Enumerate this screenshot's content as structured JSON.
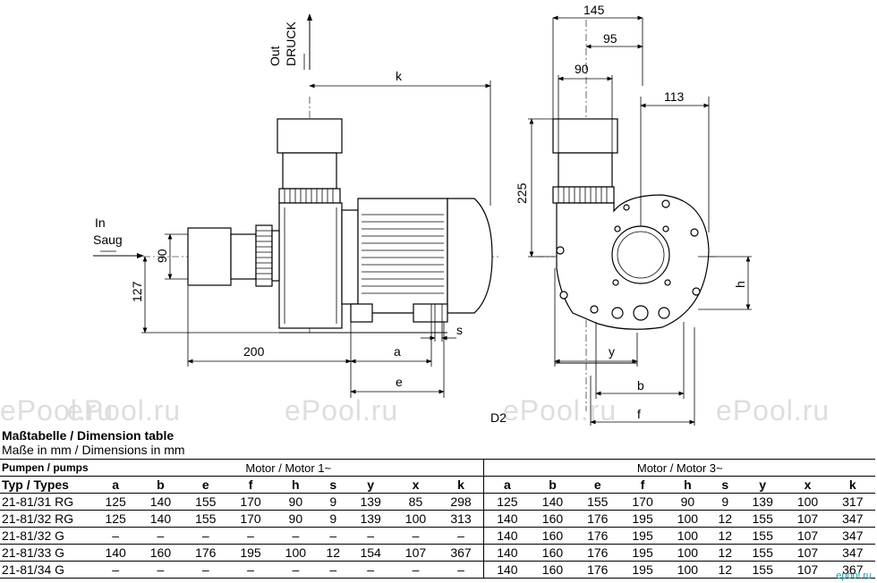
{
  "watermark": "ePool.ru",
  "drawing": {
    "flow_out": "Out",
    "flow_out_de": "DRUCK",
    "flow_in": "In",
    "flow_in_de": "Saug",
    "side_view_dims": {
      "k": "k",
      "d90": "90",
      "d127": "127",
      "d200": "200",
      "a": "a",
      "s": "s",
      "e": "e"
    },
    "front_view_dims": {
      "d145": "145",
      "d95": "95",
      "d90": "90",
      "d113": "113",
      "d225": "225",
      "h": "h",
      "y": "y",
      "b": "b",
      "f": "f",
      "D2": "D2"
    }
  },
  "captions": {
    "line1": "Maßtabelle / Dimension table",
    "line2": "Maße in mm / Dimensions in mm"
  },
  "table": {
    "pumps_label": "Pumpen / pumps",
    "group1": "Motor / Motor 1~",
    "group3": "Motor / Motor 3~",
    "type_label": "Typ / Types",
    "columns": [
      "a",
      "b",
      "e",
      "f",
      "h",
      "s",
      "y",
      "x",
      "k"
    ],
    "rows": [
      {
        "type": "21-81/31 RG",
        "m1": [
          "125",
          "140",
          "155",
          "170",
          "90",
          "9",
          "139",
          "85",
          "298"
        ],
        "m3": [
          "125",
          "140",
          "155",
          "170",
          "90",
          "9",
          "139",
          "100",
          "317"
        ]
      },
      {
        "type": "21-81/32 RG",
        "m1": [
          "125",
          "140",
          "155",
          "170",
          "90",
          "9",
          "139",
          "100",
          "313"
        ],
        "m3": [
          "140",
          "160",
          "176",
          "195",
          "100",
          "12",
          "155",
          "107",
          "347"
        ]
      },
      {
        "type": "21-81/32 G",
        "m1": [
          "–",
          "–",
          "–",
          "–",
          "–",
          "–",
          "–",
          "–",
          "–"
        ],
        "m3": [
          "140",
          "160",
          "176",
          "195",
          "100",
          "12",
          "155",
          "107",
          "347"
        ]
      },
      {
        "type": "21-81/33 G",
        "m1": [
          "140",
          "160",
          "176",
          "195",
          "100",
          "12",
          "154",
          "107",
          "367"
        ],
        "m3": [
          "140",
          "160",
          "176",
          "195",
          "100",
          "12",
          "155",
          "107",
          "347"
        ]
      },
      {
        "type": "21-81/34 G",
        "m1": [
          "–",
          "–",
          "–",
          "–",
          "–",
          "–",
          "–",
          "–",
          "–"
        ],
        "m3": [
          "140",
          "160",
          "176",
          "195",
          "100",
          "12",
          "155",
          "107",
          "367"
        ]
      }
    ]
  },
  "logo": "epool.ru"
}
